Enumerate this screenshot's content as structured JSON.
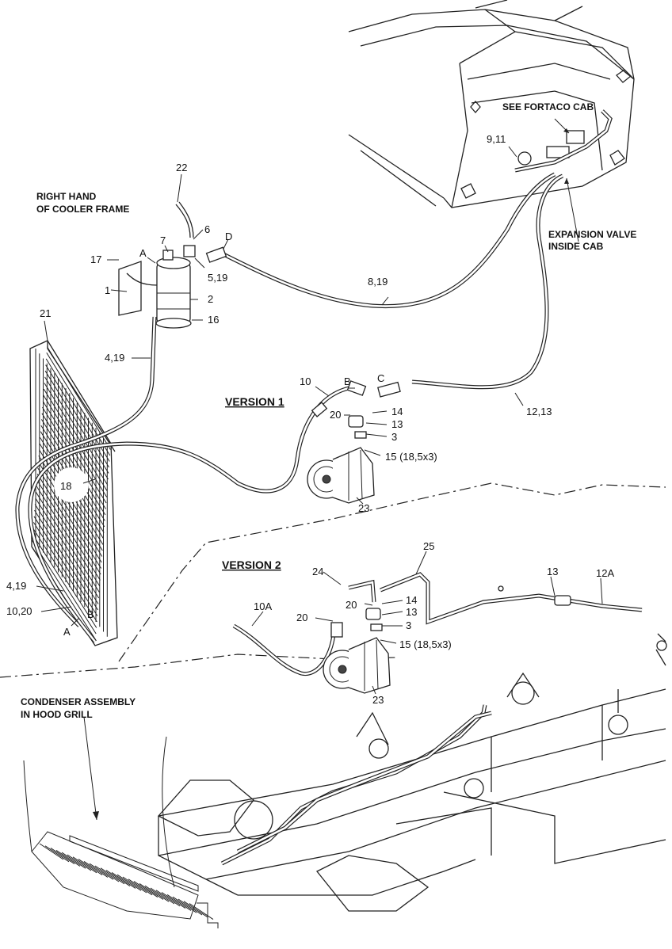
{
  "notes": {
    "see_fortaco_cab": "SEE FORTACO CAB",
    "expansion_valve_1": "EXPANSION VALVE",
    "expansion_valve_2": "INSIDE CAB",
    "right_hand_1": "RIGHT HAND",
    "right_hand_2": "OF COOLER FRAME",
    "condenser_1": "CONDENSER ASSEMBLY",
    "condenser_2": "IN HOOD GRILL"
  },
  "versions": {
    "v1": "VERSION 1",
    "v2": "VERSION 2"
  },
  "labels": {
    "p9_11": "9,11",
    "p22": "22",
    "p6": "6",
    "pD": "D",
    "p7": "7",
    "pA_top": "A",
    "p17": "17",
    "p5_19": "5,19",
    "p1": "1",
    "p2": "2",
    "p16": "16",
    "p8_19": "8,19",
    "p21": "21",
    "p4_19_top": "4,19",
    "p10": "10",
    "pB": "B",
    "pC": "C",
    "p14_v1": "14",
    "p20_v1": "20",
    "p13_v1": "13",
    "p3_v1": "3",
    "p12_13": "12,13",
    "p15_v1": "15 (18,5x3)",
    "p18": "18",
    "p23_v1": "23",
    "p25": "25",
    "p24": "24",
    "p13_v2_right": "13",
    "p12A": "12A",
    "p10A": "10A",
    "p20_v2_upper": "20",
    "p14_v2": "14",
    "p13_v2": "13",
    "p20_v2_lower": "20",
    "p3_v2": "3",
    "p15_v2": "15 (18,5x3)",
    "p23_v2": "23",
    "p4_19_bottom": "4,19",
    "p10_20": "10,20",
    "pA_bottom": "A",
    "pB_bottom": "B"
  }
}
